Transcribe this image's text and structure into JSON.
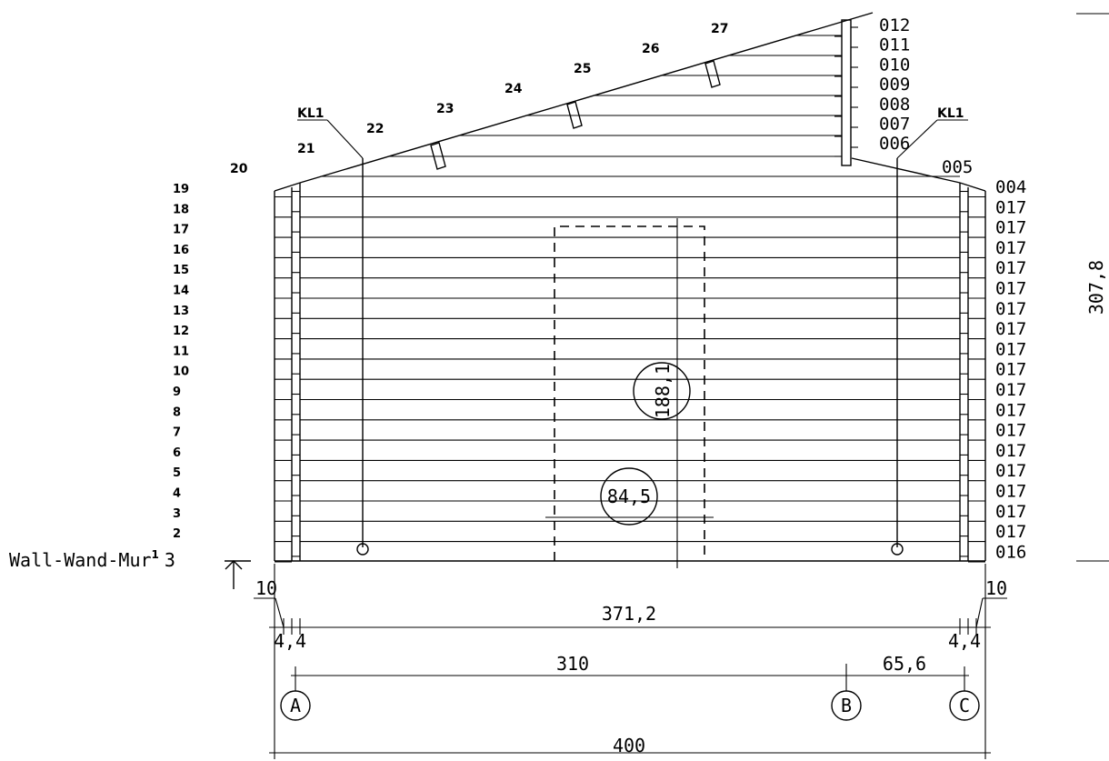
{
  "drawing": {
    "title": "Wall-Wand-Mur",
    "title_sup": "1",
    "title_num": "3",
    "tie_rod_label": "KL1",
    "height_dim": "307,8",
    "door_height": "188,1",
    "door_width": "84,5",
    "edge_left": "10",
    "edge_right": "10",
    "overall_top": "371,2",
    "end_left": "4,4",
    "end_right": "4,4",
    "axis_span_ab": "310",
    "axis_span_bc": "65,6",
    "overall_bottom": "400",
    "axes": [
      "A",
      "B",
      "C"
    ],
    "row_numbers": [
      "19",
      "18",
      "17",
      "16",
      "15",
      "14",
      "13",
      "12",
      "11",
      "10",
      "9",
      "8",
      "7",
      "6",
      "5",
      "4",
      "3",
      "2"
    ],
    "rafter_numbers": [
      "20",
      "21",
      "22",
      "23",
      "24",
      "25",
      "26",
      "27"
    ],
    "gable_codes": [
      "012",
      "011",
      "010",
      "009",
      "008",
      "007",
      "006"
    ],
    "code_005": "005",
    "wall_codes": [
      "004",
      "017",
      "017",
      "017",
      "017",
      "017",
      "017",
      "017",
      "017",
      "017",
      "017",
      "017",
      "017",
      "017",
      "017",
      "017",
      "017",
      "017",
      "016"
    ]
  }
}
